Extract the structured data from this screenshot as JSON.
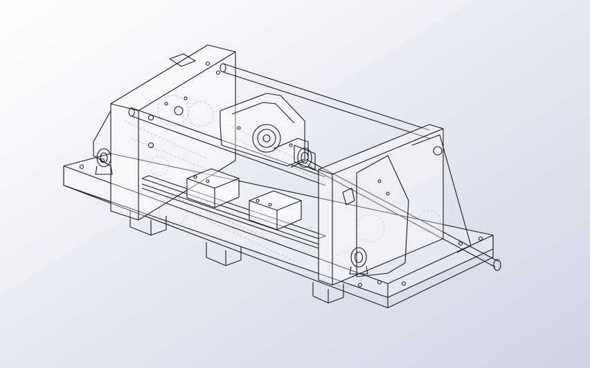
{
  "viewport": {
    "background_top": "#ffffff",
    "background_bottom": "#cfd3e4",
    "line_color": "#1a1a1a",
    "hidden_line_color": "#9a9a9a"
  },
  "model": {
    "parts": [
      "base-plate",
      "left-end-frame",
      "right-end-frame",
      "center-gear-bracket",
      "rear-guide-rod",
      "front-guide-rod",
      "lead-screw",
      "linear-rail",
      "slider-block-left",
      "slider-block-right",
      "eye-bolt-left",
      "eye-bolt-front",
      "bearing-housing",
      "support-feet"
    ]
  }
}
